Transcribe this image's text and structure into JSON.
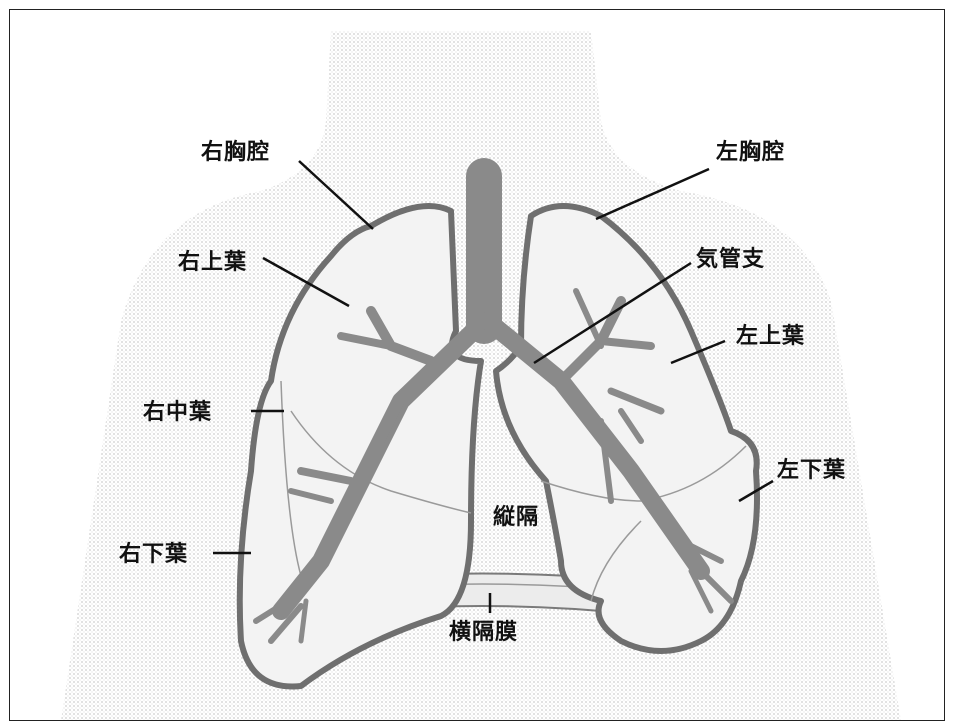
{
  "labels": {
    "right_pleural_cavity": "右胸腔",
    "left_pleural_cavity": "左胸腔",
    "right_upper_lobe": "右上葉",
    "bronchus": "気管支",
    "left_upper_lobe": "左上葉",
    "right_middle_lobe": "右中葉",
    "left_lower_lobe": "左下葉",
    "mediastinum": "縦隔",
    "right_lower_lobe": "右下葉",
    "diaphragm": "横隔膜"
  },
  "colors": {
    "outline": "#6f6f6f",
    "airway": "#8a8a8a",
    "lung_fill": "#f1f1f1",
    "body_shade": "#e2e2e2",
    "label": "#111111"
  }
}
